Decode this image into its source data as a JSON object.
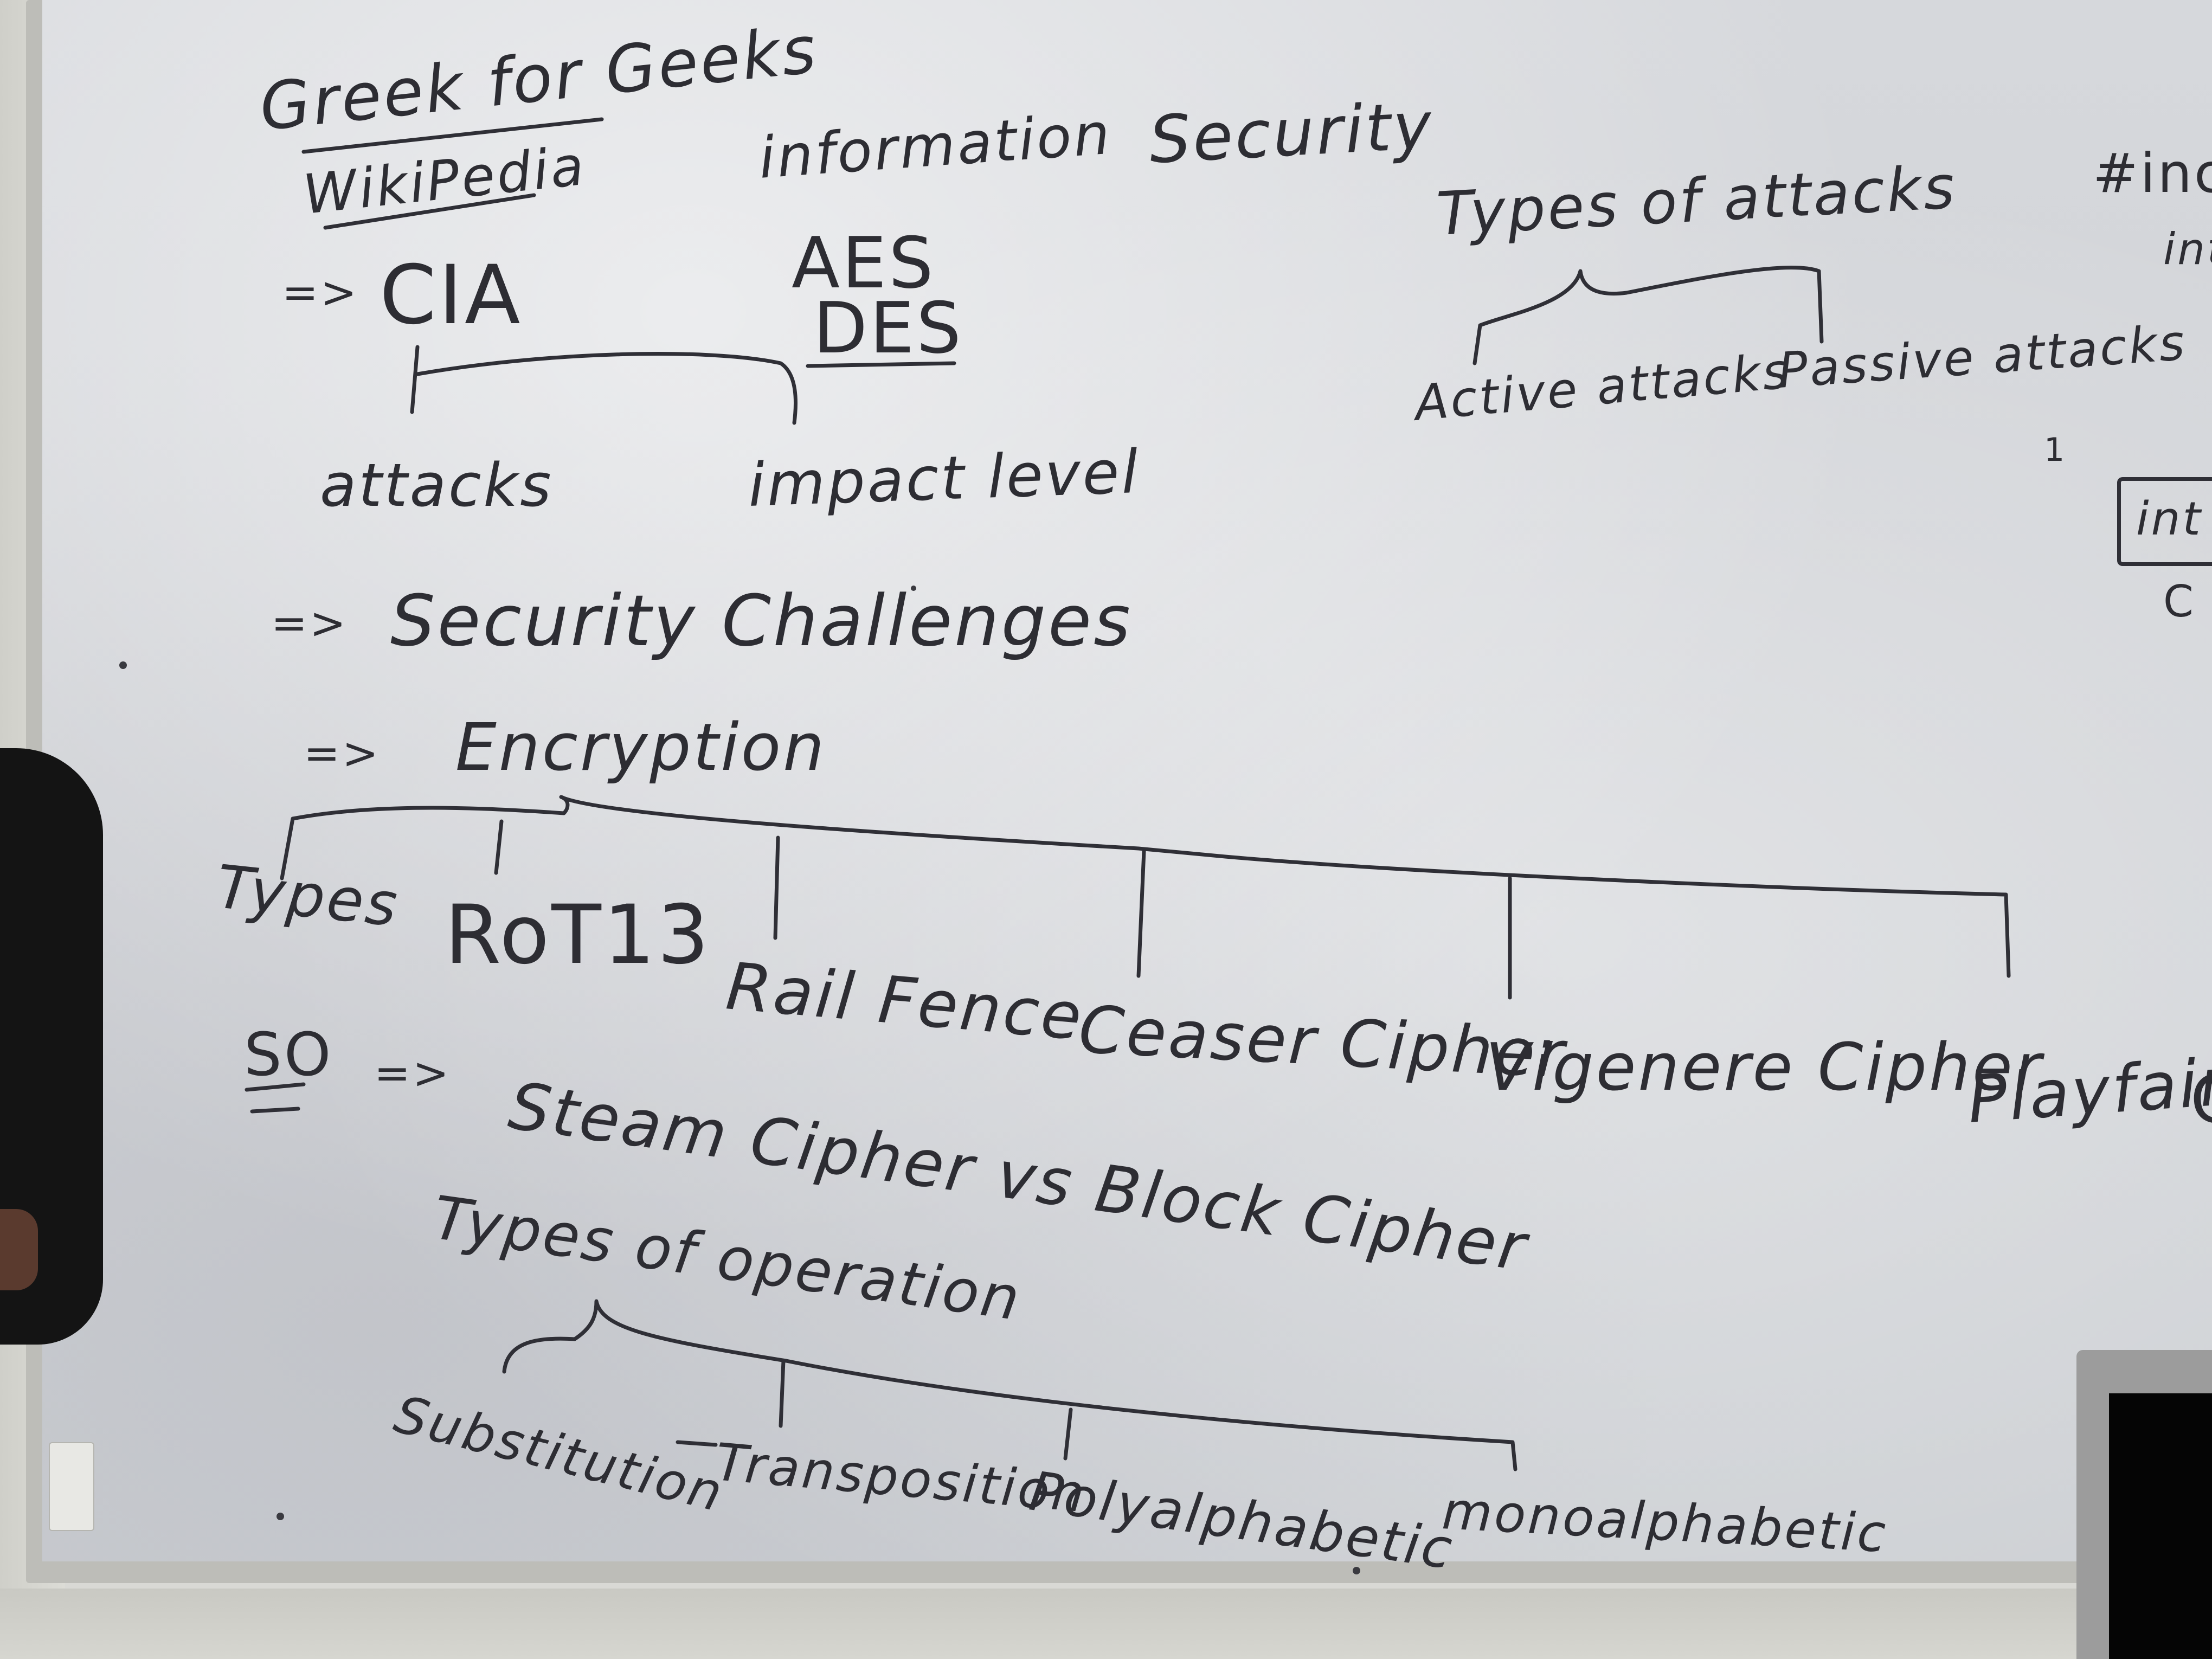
{
  "board": {
    "header_left_1": "Greek for Geeks",
    "header_left_2": "WikiPedia",
    "header_topic_1": "information",
    "header_topic_2": "Security",
    "attack_types_title": "Types of attacks",
    "active_attacks": "Active attacks",
    "passive_attacks": "Passive attacks",
    "cia_arrow": "=>",
    "cia": "CIA",
    "aes": "AES",
    "des": "DES",
    "attacks": "attacks",
    "impact_level": "impact level",
    "challenges_arrow": "=>",
    "security_challenges": "Security Challenges",
    "encryption_arrow": "=>",
    "encryption": "Encryption",
    "types": "Types",
    "rot13": "RoT13",
    "rail_fence": "Rail Fence",
    "caesar_cipher": "Ceaser Cipher",
    "vigenere_cipher": "Vigenere Cipher",
    "playfair": "Playfair",
    "playfair_cut": "C",
    "so": "SO",
    "so_arrow": "=>",
    "stream_vs_block": "Steam Cipher vs Block Cipher",
    "types_of_operation": "Types of operation",
    "substitution": "Substitution",
    "transposition": "Transposition",
    "polyalphabetic": "Polyalphabetic",
    "monoalphabetic": "monoalphabetic",
    "right_edge_1": "#inc",
    "right_edge_2": "int",
    "right_edge_box": "int",
    "right_edge_c": "C",
    "right_edge_mark": "1"
  }
}
